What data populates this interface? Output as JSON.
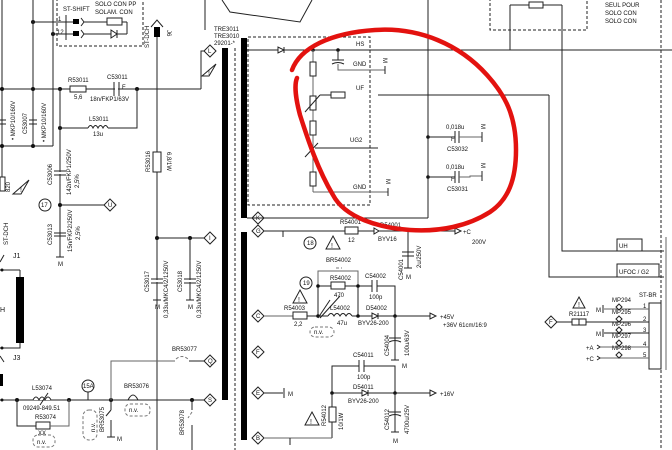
{
  "title_block": {
    "solo_con_pp": "SOLO CON PP",
    "solam_con": "SOLAM. CON",
    "seul_pour": "SEUL POUR",
    "solo_con_1": "SOLO CON",
    "solo_con_2": "SOLO CON"
  },
  "left": {
    "st_shift": "ST-SHIFT",
    "pin1": "1",
    "pin12": "12",
    "st_dch_top": "ST-DCH",
    "j6": "J6",
    "r53011": "R53011",
    "r53011_val": "5,6",
    "c53011": "C53011",
    "c53011_f": "F",
    "c53011_val": "18n/FKP1/63V",
    "l53011": "L53011",
    "l53011_val": "13u",
    "c53007": "C53007",
    "mkp_a": "• MKP10/160V",
    "mkp_b": "• MKP10/160V",
    "c53006": "C53006",
    "c53006_val": "142n/FKP1/250V",
    "c53006_tol": "2,5%",
    "r53016": "R53016",
    "r53016_val": "6,8/1W",
    "node17": "17",
    "c53013": "C53013",
    "c53013_val": "15n/FKP2/250V",
    "c53013_tol": "2,5%",
    "st_dch": "ST-DCH",
    "j1": "J1",
    "h": "H",
    "j3": "J3",
    "r820": "820",
    "c53017": "C53017",
    "c53017_val": "0,33u/MKC4/2/1250V",
    "c53018": "C53018",
    "c53018_val": "0,33u/MKC4/2/1250V",
    "br53077": "BR53077",
    "l53074": "L53074",
    "l53074_val": "09249-849.51",
    "r53074": "R53074",
    "r53074_val": "XX",
    "nv1": "n.v.",
    "node15a": "15A",
    "br53076": "BR53076",
    "nv2": "n.v.",
    "br53075": "BR53075",
    "nv3": "n.v.",
    "br53078": "BR53078",
    "m1": "M",
    "m2": "M",
    "m3": "M",
    "m4": "M"
  },
  "transformer": {
    "name1": "TRE3011",
    "name2": "TRE3010",
    "name3": "29201-*",
    "pins": {
      "l": "L",
      "u": "U",
      "i": "I",
      "q": "Q",
      "s": "S",
      "k": "K",
      "g": "G",
      "c": "C",
      "f": "F",
      "e": "E",
      "b": "B"
    }
  },
  "hv_block": {
    "hs": "HS",
    "gnd1": "GND",
    "uf": "UF",
    "ug2": "UG2",
    "gnd2": "GND",
    "m1": "M",
    "m2": "M"
  },
  "caps_hv": {
    "c53032_val": "0,018u",
    "c53032": "C53032",
    "c53031_val": "0,018u",
    "c53031": "C53031",
    "f1": "F",
    "f2": "F",
    "m1": "M",
    "m2": "M"
  },
  "supply_200v": {
    "r54001": "R54001",
    "r54001_val": "12",
    "d54001": "D54001",
    "d54001_type": "BYV16",
    "out": "+C",
    "volt": "200V",
    "node18": "18",
    "c54001": "C54001",
    "c54001_val": "2u/250V",
    "m": "M"
  },
  "supply_45v": {
    "br54002": "BR54002",
    "node19": "19",
    "r54002": "R54002",
    "r54002_val": "470",
    "c54002": "C54002",
    "c54002_val": "100p",
    "r54003": "R54003",
    "r54003_val": "2,2",
    "l54002": "L54002",
    "l54002_val": "47u",
    "nv": "n.v.",
    "d54002": "D54002",
    "d54002_type": "BYV26-200",
    "out1": "+45V",
    "out2": "+36V 61cm/16:9",
    "c54004": "C54004",
    "c54004_val": "100u/63V",
    "m": "M"
  },
  "supply_16v": {
    "c54011": "C54011",
    "c54011_val": "100p",
    "d54011": "D54011",
    "d54011_type": "BYV26-200",
    "out": "+16V",
    "r54012": "R54012",
    "r54012_val": "10/1W",
    "c54012": "C54012",
    "c54012_val": "4700u/25V",
    "m1": "M",
    "m2": "M"
  },
  "right": {
    "uh": "UH",
    "ufoc": "UFOC / G2",
    "st_br": "ST-BR",
    "r21117": "R21117",
    "f": "F",
    "mp": [
      "MP294",
      "MP295",
      "MP296",
      "MP297",
      "MP298"
    ],
    "pins": [
      "1",
      "2",
      "3",
      "4",
      "5"
    ],
    "plus_a": "+A",
    "plus_c": "+C",
    "m1": "M",
    "m2": "M"
  },
  "annotation": {
    "color": "#e3120f"
  }
}
